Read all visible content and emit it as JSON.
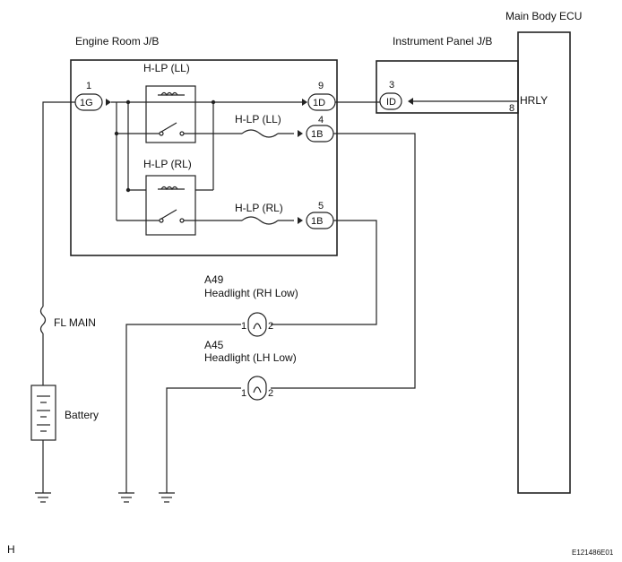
{
  "labels": {
    "main_body_ecu": "Main Body ECU",
    "engine_room_jb": "Engine Room J/B",
    "instrument_panel_jb": "Instrument Panel J/B",
    "hrly": "HRLY",
    "fl_main": "FL MAIN",
    "battery": "Battery",
    "a49": "A49",
    "a49_desc": "Headlight (RH Low)",
    "a45": "A45",
    "a45_desc": "Headlight (LH Low)",
    "footer_left": "H",
    "footer_right": "E121486E01"
  },
  "relays": {
    "ll_label": "H-LP (LL)",
    "rl_label": "H-LP (RL)"
  },
  "fuses": {
    "ll_label": "H-LP (LL)",
    "rl_label": "H-LP (RL)"
  },
  "connectors": {
    "c1g": {
      "pin": "1",
      "code": "1G"
    },
    "c1d": {
      "pin": "9",
      "code": "1D"
    },
    "c1b_ll": {
      "pin": "4",
      "code": "1B"
    },
    "c1b_rl": {
      "pin": "5",
      "code": "1B"
    },
    "cid": {
      "pin": "3",
      "code": "ID"
    },
    "ecu_pin": "8"
  },
  "headlights": {
    "a49_pins": [
      "1",
      "2"
    ],
    "a45_pins": [
      "1",
      "2"
    ]
  }
}
